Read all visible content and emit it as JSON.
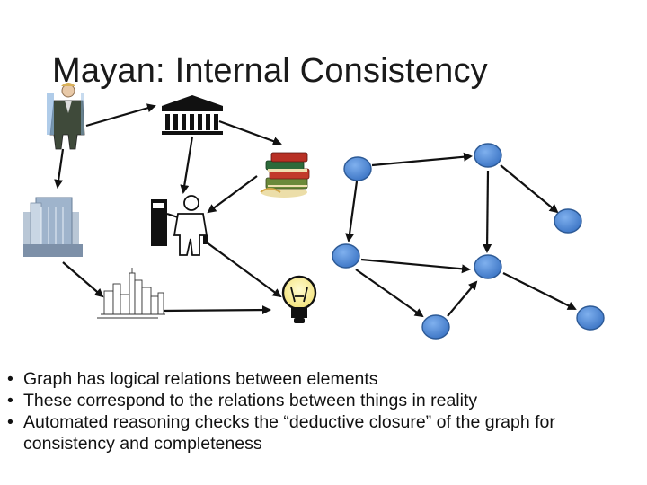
{
  "slide": {
    "title": "Mayan: Internal Consistency",
    "bullets": [
      "Graph has logical relations between elements",
      "These correspond to the relations between things in reality",
      "Automated reasoning checks the “deductive closure” of the graph for consistency and completeness"
    ],
    "bullet_symbol": "•"
  },
  "colors": {
    "node_fill": "#4a86d4",
    "node_stroke": "#2d5a96",
    "arrow": "#111111"
  },
  "icons": {
    "left_illustrations": [
      "person-icon",
      "courthouse-icon",
      "books-icon",
      "office-building-icon",
      "voter-icon",
      "city-skyline-icon",
      "lightbulb-icon"
    ]
  }
}
